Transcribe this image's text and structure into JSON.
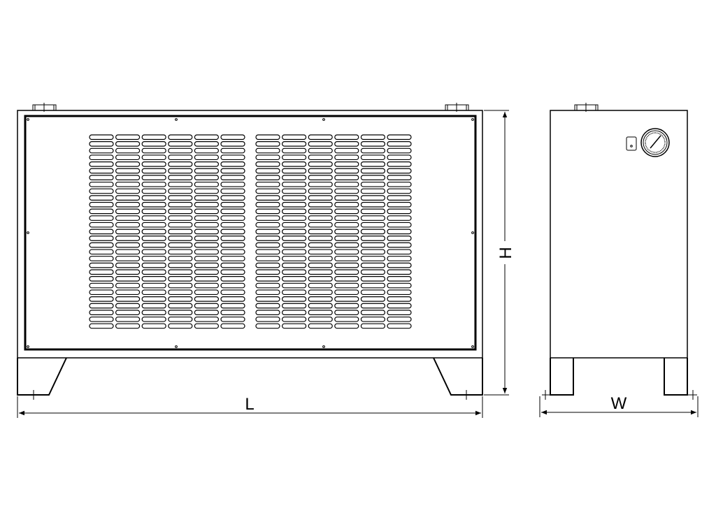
{
  "drawing": {
    "labels": {
      "length": "L",
      "height": "H",
      "width": "W"
    },
    "front_view": {
      "slot_groups": 2,
      "slot_columns_per_group": 6,
      "slot_rows": 29
    },
    "side_view": {
      "components": [
        "pressure-gauge",
        "power-switch"
      ]
    }
  }
}
